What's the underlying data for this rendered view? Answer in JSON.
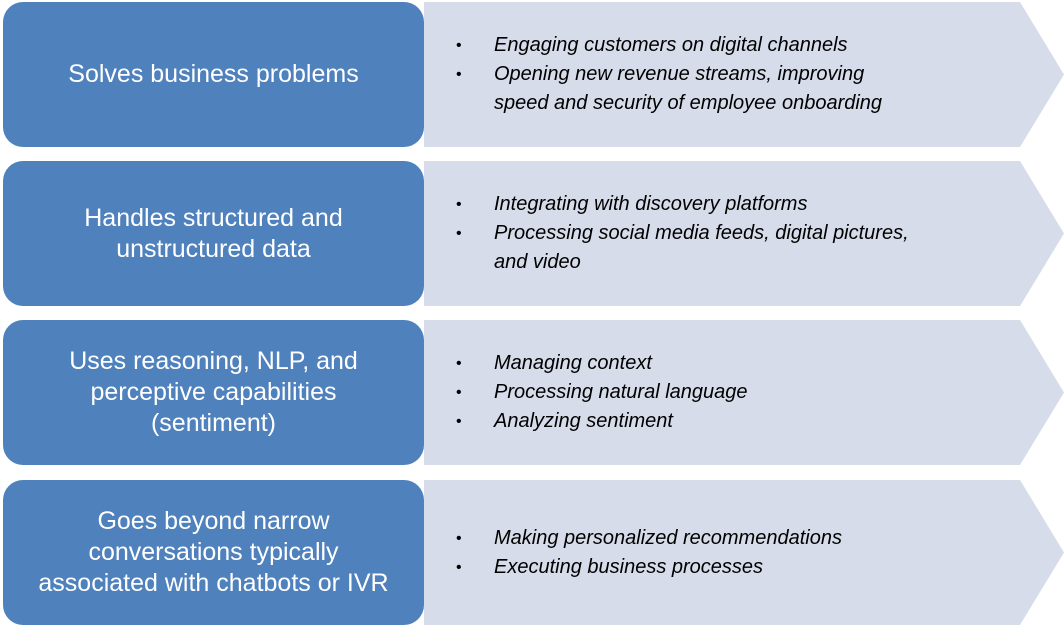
{
  "rows": [
    {
      "label_lines": [
        "Solves business problems"
      ],
      "bullets": [
        {
          "lines": [
            "Engaging customers on digital channels"
          ]
        },
        {
          "lines": [
            "Opening new revenue streams, improving",
            "speed and security of employee onboarding"
          ]
        }
      ]
    },
    {
      "label_lines": [
        "Handles structured and",
        "unstructured data"
      ],
      "bullets": [
        {
          "lines": [
            "Integrating with discovery platforms"
          ]
        },
        {
          "lines": [
            "Processing social media feeds, digital pictures,",
            "and video"
          ]
        }
      ]
    },
    {
      "label_lines": [
        "Uses reasoning, NLP, and",
        "perceptive capabilities",
        "(sentiment)"
      ],
      "bullets": [
        {
          "lines": [
            "Managing context"
          ]
        },
        {
          "lines": [
            "Processing natural language"
          ]
        },
        {
          "lines": [
            "Analyzing sentiment"
          ]
        }
      ]
    },
    {
      "label_lines": [
        "Goes beyond narrow",
        "conversations typically",
        "associated with chatbots or IVR"
      ],
      "bullets": [
        {
          "lines": [
            "Making personalized recommendations"
          ]
        },
        {
          "lines": [
            "Executing business processes"
          ]
        }
      ]
    }
  ],
  "bullet_glyph": "•",
  "colors": {
    "box_fill": "#4f81bd",
    "arrow_fill": "#d6dce9",
    "box_text": "#ffffff",
    "bullet_text": "#000000"
  }
}
